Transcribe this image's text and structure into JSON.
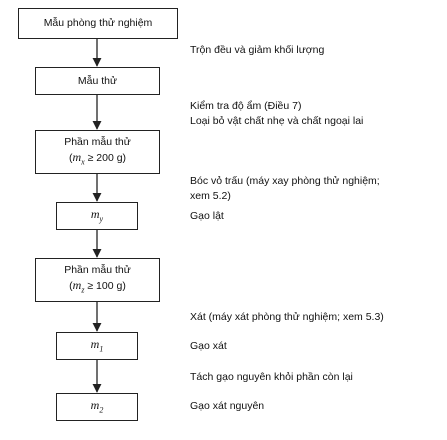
{
  "boxes": {
    "sample": "Mẫu phòng thử nghiệm",
    "test_sample": "Mẫu thử",
    "portion1": {
      "line1": "Phần mẫu thử",
      "line2_pre": "(",
      "var": "m",
      "sub": "x",
      "line2_post": " ≥ 200 g)"
    },
    "m_y": {
      "var": "m",
      "sub": "y"
    },
    "portion2": {
      "line1": "Phần mẫu thử",
      "line2_pre": "(",
      "var": "m",
      "sub": "z",
      "line2_post": " ≥ 100 g)"
    },
    "m_1": {
      "var": "m",
      "sub": "1"
    },
    "m_2": {
      "var": "m",
      "sub": "2"
    }
  },
  "notes": {
    "mix": "Trộn đều và giảm khối lượng",
    "check": [
      "Kiểm tra độ ẩm (Điều 7)",
      "Loại bỏ vật chất nhẹ và chất ngoại lai"
    ],
    "husk": [
      "Bóc vỏ trấu (máy xay phòng thử nghiệm;",
      "xem 5.2)"
    ],
    "brown_rice": "Gạo lật",
    "mill": "Xát (máy xát phòng thử nghiệm; xem 5.3)",
    "milled_rice": "Gạo xát",
    "separate": "Tách gạo nguyên khỏi phần còn lại",
    "head_rice": "Gạo xát nguyên"
  }
}
